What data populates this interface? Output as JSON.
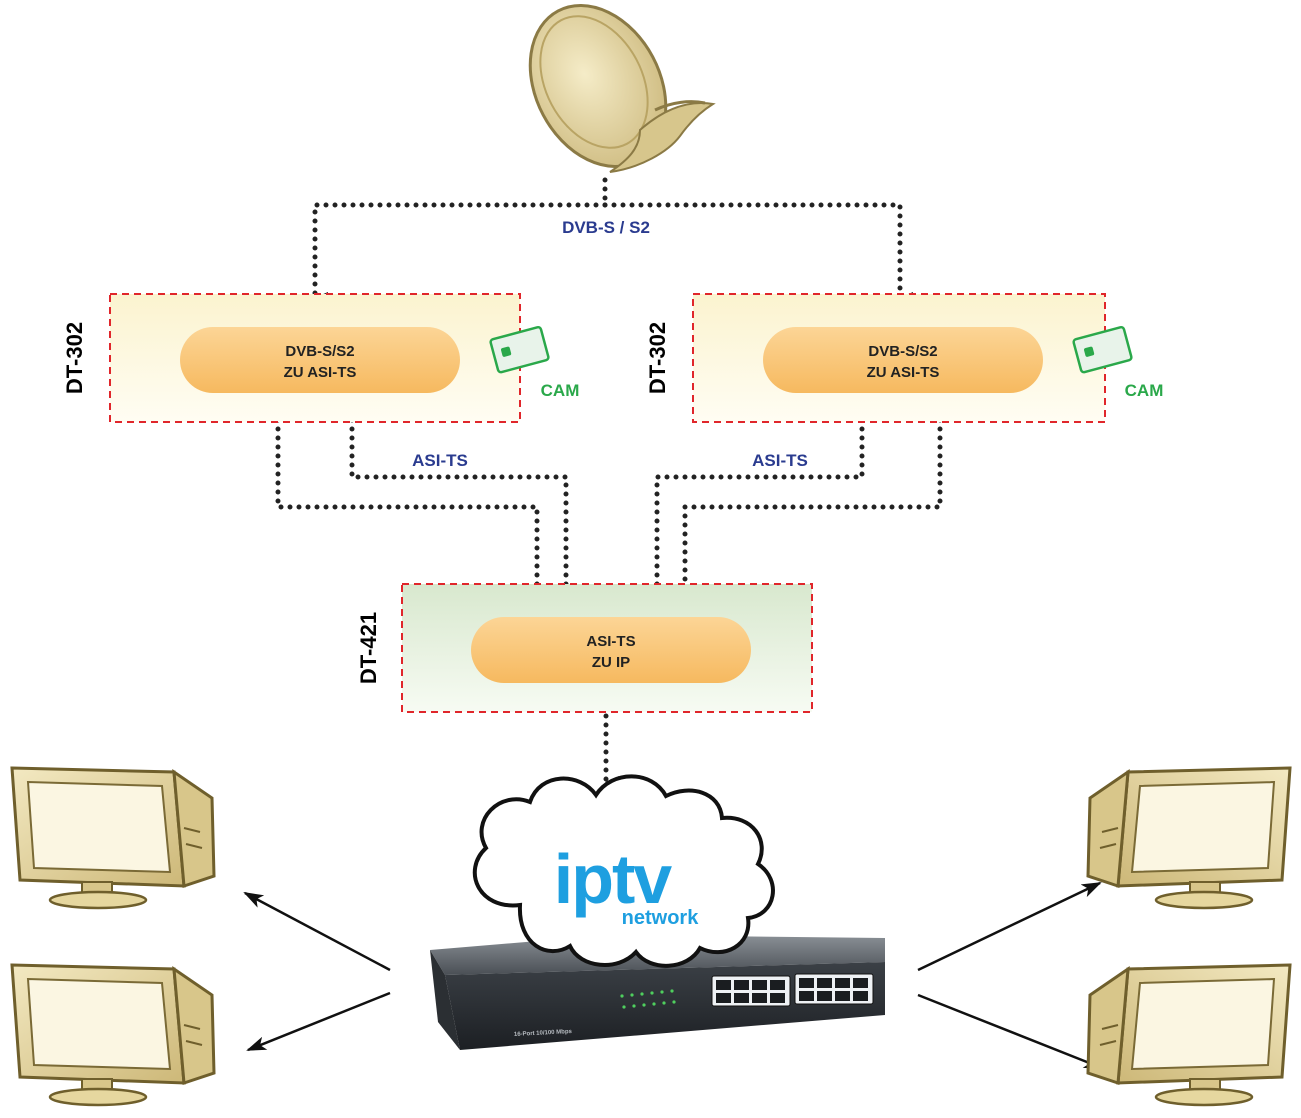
{
  "labels": {
    "dvb_input": "DVB-S / S2",
    "asi_left": "ASI-TS",
    "asi_right": "ASI-TS",
    "device_left": "DT-302",
    "device_right": "DT-302",
    "device_bottom": "DT-421",
    "converter_left_line1": "DVB-S/S2",
    "converter_left_line2": "ZU ASI-TS",
    "converter_right_line1": "DVB-S/S2",
    "converter_right_line2": "ZU ASI-TS",
    "converter_bottom_line1": "ASI-TS",
    "converter_bottom_line2": "ZU IP",
    "cam_left": "CAM",
    "cam_right": "CAM",
    "iptv_big": "iptv",
    "iptv_small": "network",
    "switch_caption": "16-Port 10/100 Mbps"
  },
  "colors": {
    "label_blue": "#2a3b8f",
    "cam_green": "#2aa84a",
    "iptv_blue": "#1e9fe0",
    "dash_red": "#e0262b",
    "pill_orange": "#f9c57a",
    "device_panel_yellow": "#fbf3cf",
    "device_panel_green": "#dcebd3",
    "monitor_beige": "#e9dcaa",
    "dish_beige": "#e8dba7"
  },
  "icons": [
    "satellite-dish-icon",
    "smart-card-icon",
    "monitor-icon",
    "network-switch-icon",
    "cloud-icon"
  ]
}
